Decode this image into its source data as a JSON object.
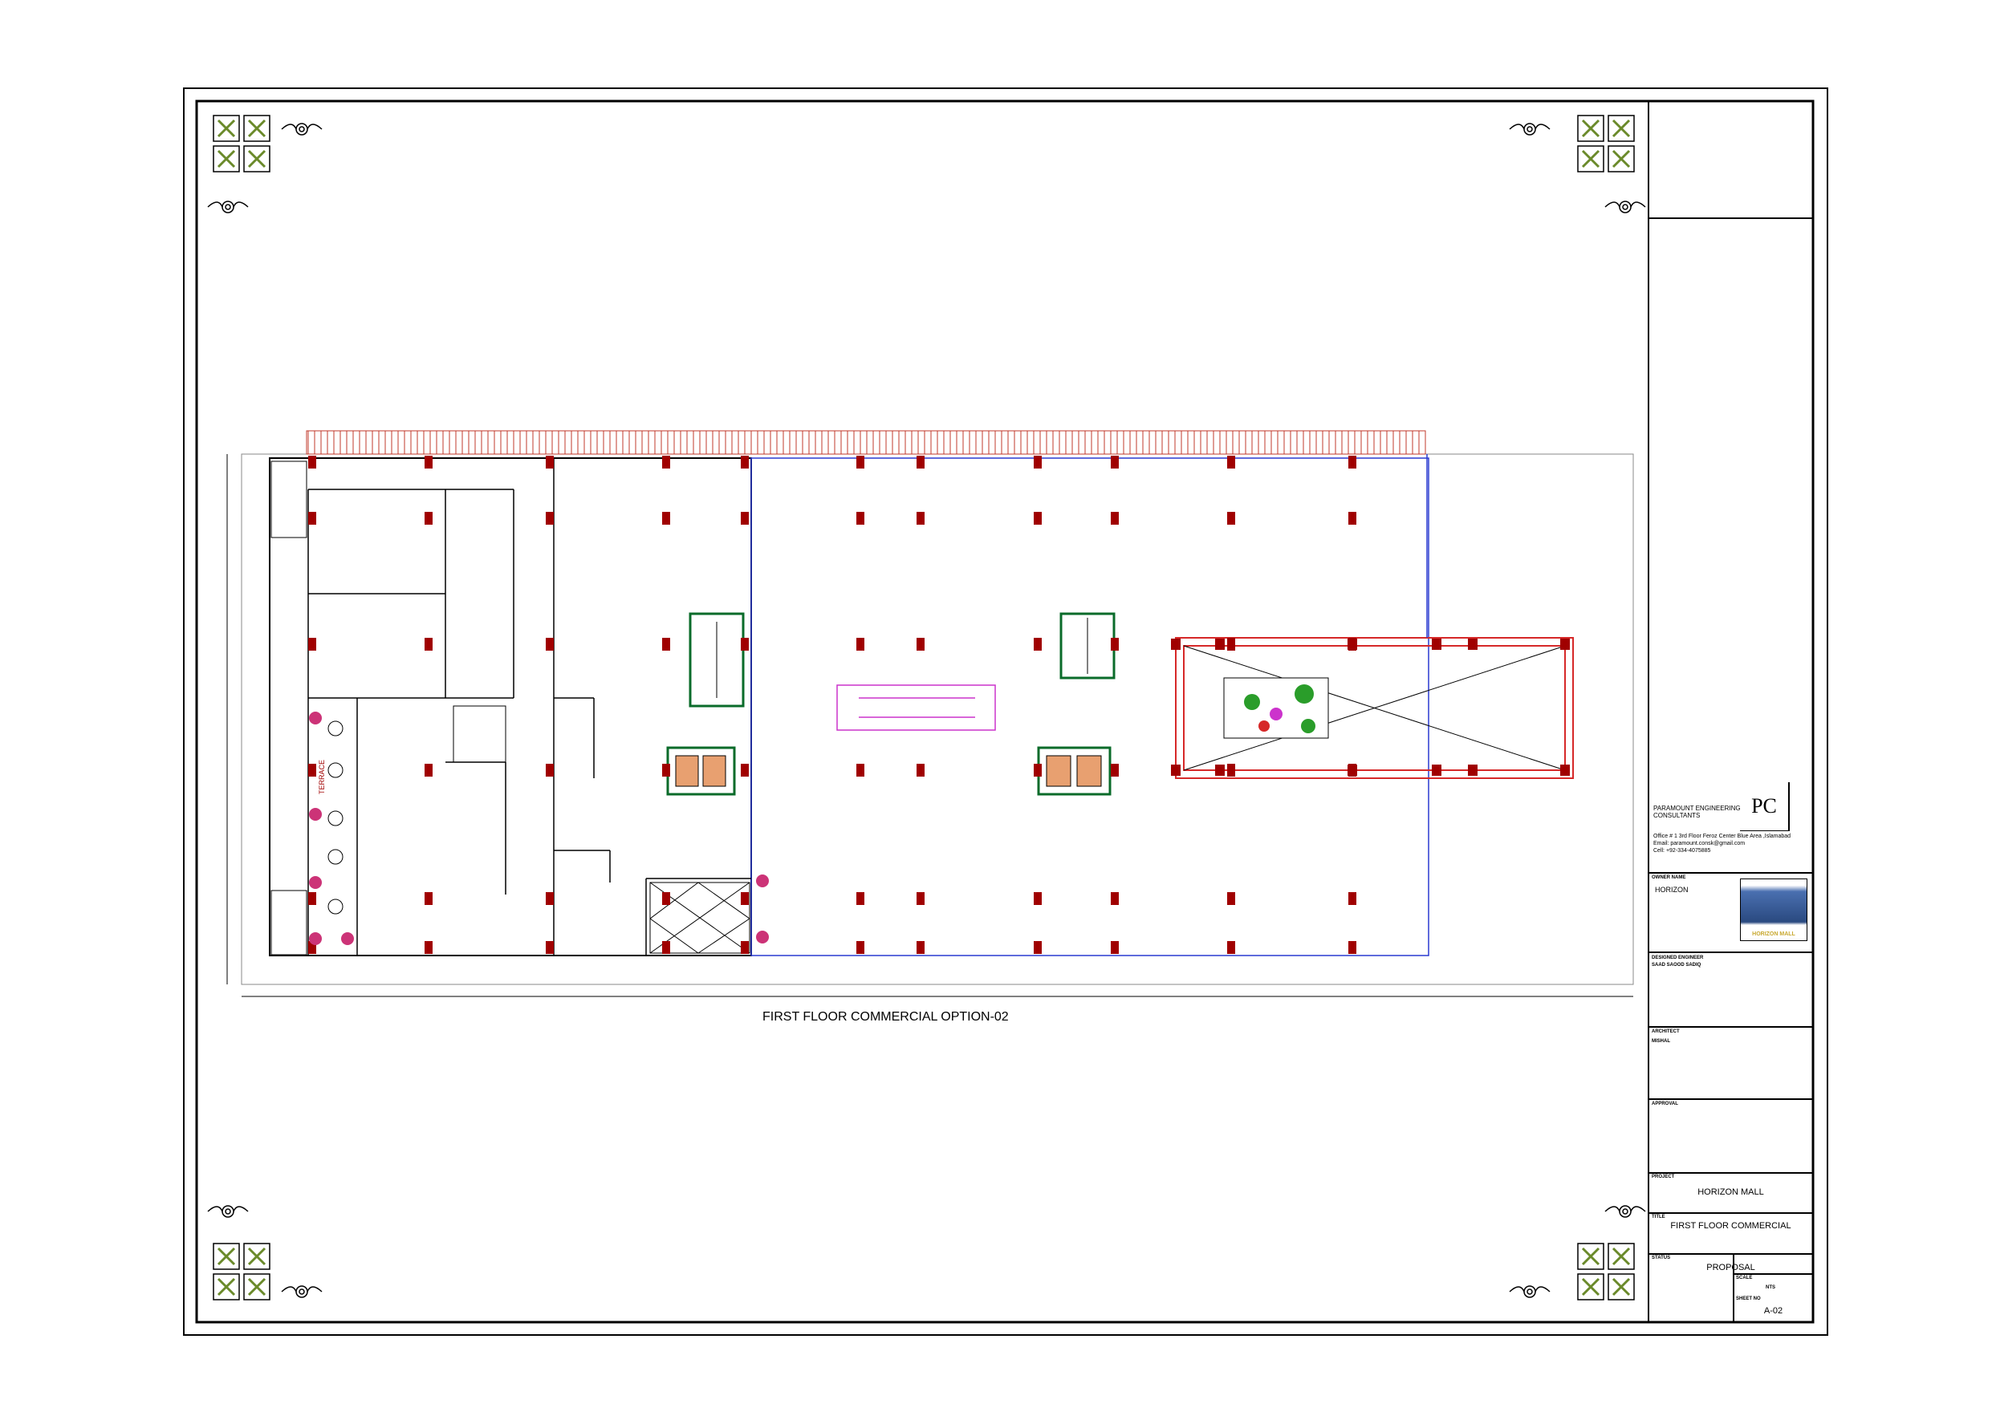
{
  "drawing": {
    "caption": "FIRST FLOOR COMMERCIAL  OPTION-02",
    "side_label": "TERRACE"
  },
  "title_block": {
    "company_line1": "PARAMOUNT ENGINEERING",
    "company_line2": "CONSULTANTS",
    "address": "Office # 1 3rd Floor Feroz Center Blue Area ,Islamabad",
    "email": "Email: paramount.consk@gmail.com",
    "cell": "Cell: +92-334-4075885",
    "logo_letters": "PC",
    "owner_label": "OWNER NAME",
    "owner": "HORIZON",
    "owner_logo_text": "HORIZON MALL",
    "engineer_label": "DESIGNED ENGINEER",
    "engineer": "SAAD SAOOD SADIQ",
    "architect_label": "ARCHITECT",
    "architect": "MISHAL",
    "approval_label": "APPROVAL",
    "project_label": "PROJECT",
    "project": "HORIZON MALL",
    "title_label": "TITLE",
    "title": "FIRST FLOOR COMMERCIAL",
    "status_label": "STATUS",
    "status": "PROPOSAL",
    "scale_label": "SCALE",
    "scale": "NTS",
    "sheet_label": "SHEET NO",
    "sheet": "A-02"
  },
  "colors": {
    "column": "#a00000",
    "stair": "#0a6b2a",
    "escalator": "#cc33cc",
    "terrace_rail": "#c0392b",
    "atrium": "#d62828"
  }
}
